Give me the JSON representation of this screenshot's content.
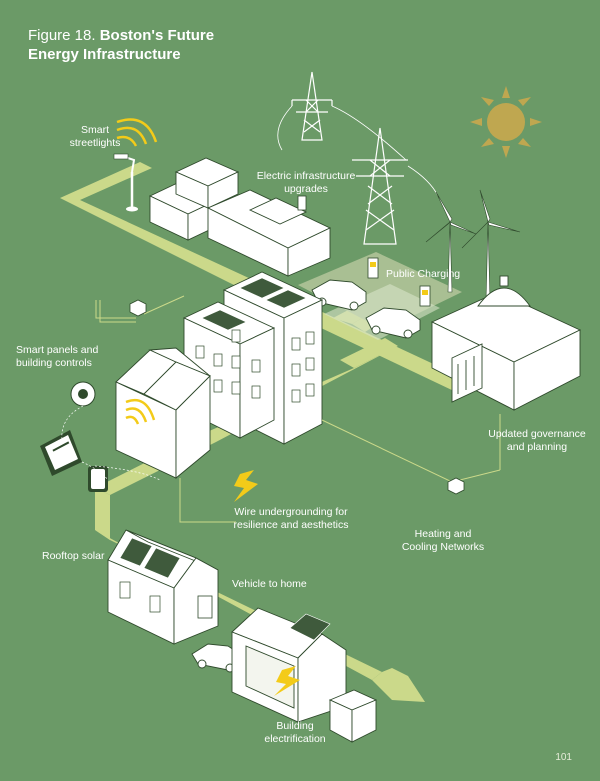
{
  "figure": {
    "number": "Figure 18.",
    "title_line1": "Boston's Future",
    "title_line2": "Energy Infrastructure"
  },
  "labels": {
    "smart_streetlights": {
      "line1": "Smart",
      "line2": "streetlights"
    },
    "electric_infrastructure": {
      "line1": "Electric infrastructure",
      "line2": "upgrades"
    },
    "public_charging": "Public Charging",
    "smart_panels": {
      "line1": "Smart panels and",
      "line2": "building controls"
    },
    "updated_governance": {
      "line1": "Updated governance",
      "line2": "and planning"
    },
    "wire_undergrounding": {
      "line1": "Wire undergrounding for",
      "line2": "resilience and aesthetics"
    },
    "heating_cooling": {
      "line1": "Heating and",
      "line2": "Cooling Networks"
    },
    "rooftop_solar": "Rooftop solar",
    "vehicle_to_home": "Vehicle to home",
    "building_electrification": {
      "line1": "Building",
      "line2": "electrification"
    }
  },
  "page_number": "101",
  "colors": {
    "background": "#6b9a67",
    "road": "#cbd98a",
    "building_fill": "#ffffff",
    "outline": "#2f4a2c",
    "accent_yellow": "#f3cb19",
    "sun": "#bfa750",
    "solar_panel": "#3f5a3c"
  },
  "icons": [
    "streetlight-icon",
    "power-tower-icon",
    "wind-turbine-icon",
    "sun-icon",
    "wifi-signal-icon",
    "lightning-icon",
    "ev-charger-icon",
    "thermostat-icon",
    "tablet-icon"
  ]
}
